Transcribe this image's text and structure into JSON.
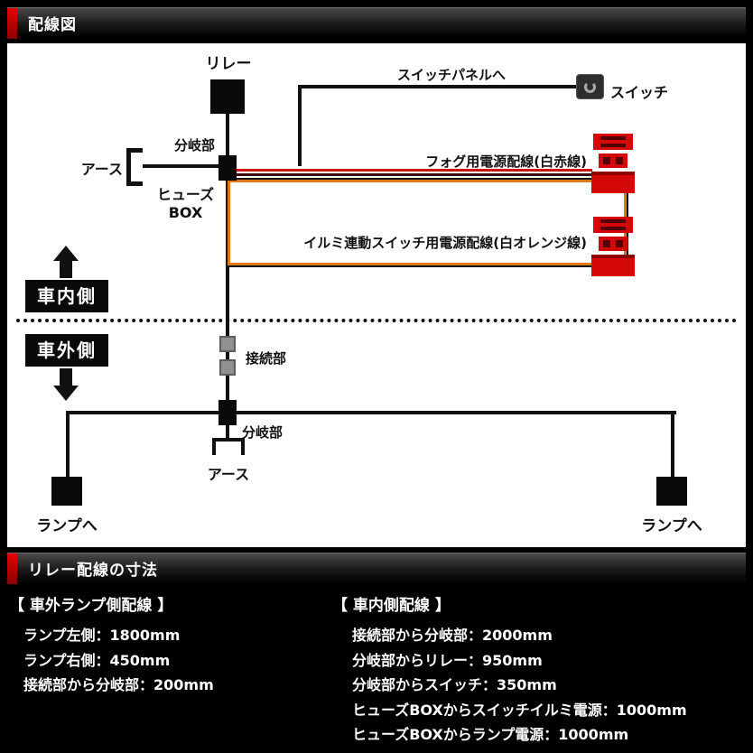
{
  "header_diagram": {
    "title": "配線図"
  },
  "header_dimensions": {
    "title": "リレー配線の寸法"
  },
  "diagram": {
    "relay_label": "リレー",
    "switch_panel_label": "スイッチパネルへ",
    "switch_label": "スイッチ",
    "earth_top_label": "アース",
    "branch_top_label": "分岐部",
    "fusebox_label_line1": "ヒューズ",
    "fusebox_label_line2": "BOX",
    "fog_wire_label": "フォグ用電源配線(白赤線)",
    "illumination_wire_label": "イルミ連動スイッチ用電源配線(白オレンジ線)",
    "interior_label": "車内側",
    "exterior_label": "車外側",
    "connection_label": "接続部",
    "branch_bottom_label": "分岐部",
    "earth_bottom_label": "アース",
    "lamp_left_label": "ランプへ",
    "lamp_right_label": "ランプへ"
  },
  "dimensions": {
    "exterior": {
      "title": "【 車外ランプ側配線 】",
      "items": [
        "ランプ左側：1800mm",
        "ランプ右側：450mm",
        "接続部から分岐部：200mm"
      ]
    },
    "interior": {
      "title": "【 車内側配線 】",
      "items": [
        "接続部から分岐部：2000mm",
        "分岐部からリレー：950mm",
        "分岐部からスイッチ：350mm",
        "ヒューズBOXからスイッチイルミ電源：1000mm",
        "ヒューズBOXからランプ電源：1000mm"
      ]
    }
  },
  "colors": {
    "accent_red": "#cc0000",
    "connector_red": "#d40808",
    "wire_red": "#c81414",
    "wire_orange": "#e07818"
  }
}
